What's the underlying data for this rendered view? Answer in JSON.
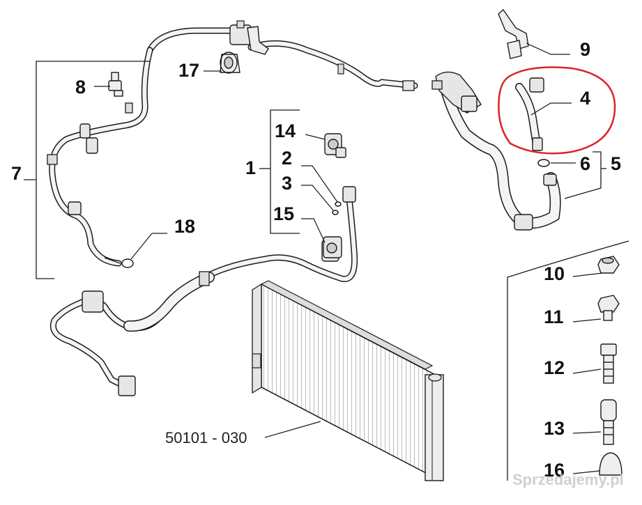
{
  "callouts": {
    "c1": "1",
    "c2": "2",
    "c3": "3",
    "c4": "4",
    "c5": "5",
    "c6": "6",
    "c7": "7",
    "c8": "8",
    "c9": "9",
    "c10": "10",
    "c11": "11",
    "c12": "12",
    "c13": "13",
    "c14": "14",
    "c15": "15",
    "c16": "16",
    "c17": "17",
    "c18": "18"
  },
  "part_number": "50101 - 030",
  "watermark": "Sprzedajemy.pl",
  "colors": {
    "line": "#1a1a1a",
    "highlight": "#d9252a",
    "part_fill": "#f4f4f4",
    "part_shade": "#c8c8c8"
  }
}
